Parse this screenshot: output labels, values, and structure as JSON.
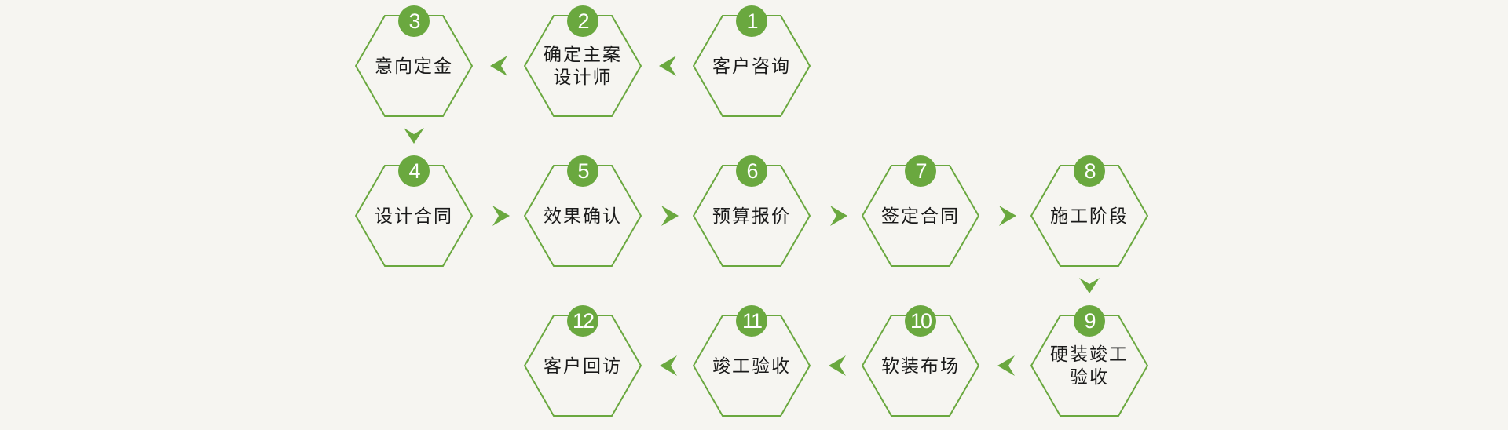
{
  "colors": {
    "accent": "#6aa83f",
    "background": "#f6f5f1",
    "text": "#1a1a1a",
    "badge_text": "#ffffff"
  },
  "steps": [
    {
      "num": "1",
      "label": "客户咨询"
    },
    {
      "num": "2",
      "label": "确定主案\n设计师"
    },
    {
      "num": "3",
      "label": "意向定金"
    },
    {
      "num": "4",
      "label": "设计合同"
    },
    {
      "num": "5",
      "label": "效果确认"
    },
    {
      "num": "6",
      "label": "预算报价"
    },
    {
      "num": "7",
      "label": "签定合同"
    },
    {
      "num": "8",
      "label": "施工阶段"
    },
    {
      "num": "9",
      "label": "硬装竣工\n验收"
    },
    {
      "num": "10",
      "label": "软装布场"
    },
    {
      "num": "11",
      "label": "竣工验收"
    },
    {
      "num": "12",
      "label": "客户回访"
    }
  ],
  "arrows": [
    {
      "from": "1",
      "to": "2",
      "direction": "left"
    },
    {
      "from": "2",
      "to": "3",
      "direction": "left"
    },
    {
      "from": "3",
      "to": "4",
      "direction": "down"
    },
    {
      "from": "4",
      "to": "5",
      "direction": "right"
    },
    {
      "from": "5",
      "to": "6",
      "direction": "right"
    },
    {
      "from": "6",
      "to": "7",
      "direction": "right"
    },
    {
      "from": "7",
      "to": "8",
      "direction": "right"
    },
    {
      "from": "8",
      "to": "9",
      "direction": "down"
    },
    {
      "from": "9",
      "to": "10",
      "direction": "left"
    },
    {
      "from": "10",
      "to": "11",
      "direction": "left"
    },
    {
      "from": "11",
      "to": "12",
      "direction": "left"
    }
  ]
}
